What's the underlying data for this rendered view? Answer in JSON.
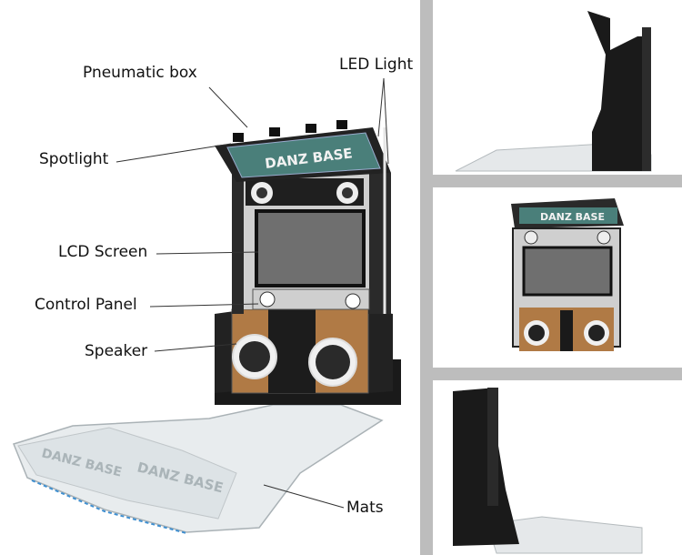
{
  "callouts": {
    "pneumatic_box": "Pneumatic box",
    "led_light": "LED Light",
    "spotlight": "Spotlight",
    "lcd_screen": "LCD Screen",
    "control_panel": "Control Panel",
    "speaker": "Speaker",
    "mats": "Mats"
  },
  "logo_text": "DANZ BASE",
  "colors": {
    "cabinet_dark": "#1a1a1a",
    "frame_silver": "#cfcfcf",
    "screen": "#6f6f6f",
    "speaker_panel": "#b07a45",
    "mat": "#e8ecee",
    "marquee": "#4a7f7a",
    "divider": "#bdbdbd"
  }
}
